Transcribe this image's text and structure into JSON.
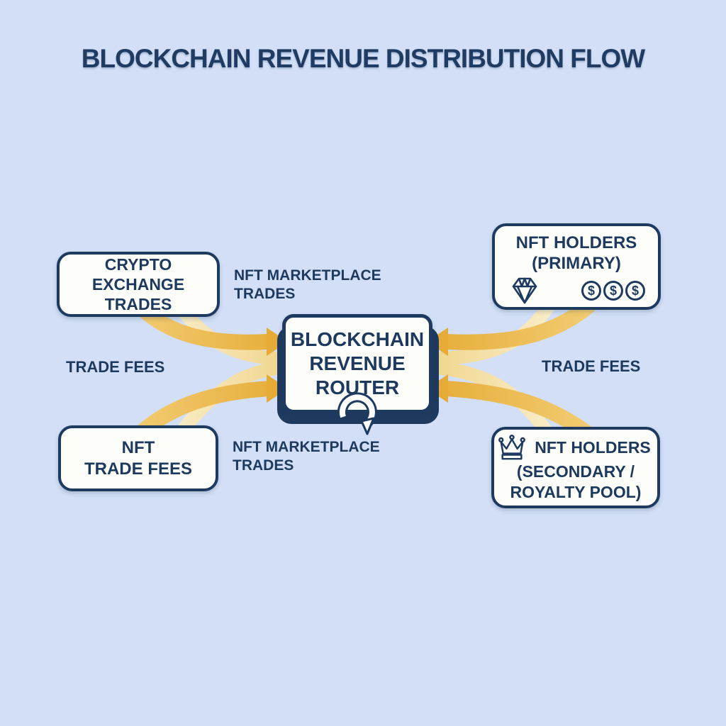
{
  "title": "BLOCKCHAIN REVENUE DISTRIBUTION FLOW",
  "colors": {
    "background": "#d2dff6",
    "navy": "#1e3a5f",
    "box_fill": "#fdfdf9",
    "arrow_gold": "#e6ab36",
    "arrow_gold_light": "#f2cd74",
    "arrow_pale": "#f6e4ae"
  },
  "nodes": {
    "crypto_exchange_trades": {
      "line1": "CRYPTO EXCHANGE",
      "line2": "TRADES"
    },
    "nft_trade_fees": {
      "line1": "NFT",
      "line2": "TRADE FEES"
    },
    "blockchain_revenue_router": {
      "line1": "BLOCKCHAIN",
      "line2": "REVENUE",
      "line3": "ROUTER"
    },
    "nft_holders_primary": {
      "line1": "NFT HOLDERS",
      "line2": "(PRIMARY)",
      "coin_symbol": "$",
      "icons": [
        "diamond-icon",
        "dollar-coin-icon",
        "dollar-coin-icon",
        "dollar-coin-icon"
      ]
    },
    "nft_holders_secondary": {
      "line1": "NFT HOLDERS",
      "line2": "(SECONDARY /",
      "line3": "ROYALTY POOL)",
      "icon": "crown-icon"
    }
  },
  "flow_labels": {
    "nft_marketplace_trades_top": {
      "line1": "NFT MARKETPLACE",
      "line2": "TRADES"
    },
    "trade_fees_left": "TRADE FEES",
    "trade_fees_right": "TRADE FEES",
    "nft_marketplace_trades_bottom": {
      "line1": "NFT MARKETPLACE",
      "line2": "TRADES"
    }
  }
}
